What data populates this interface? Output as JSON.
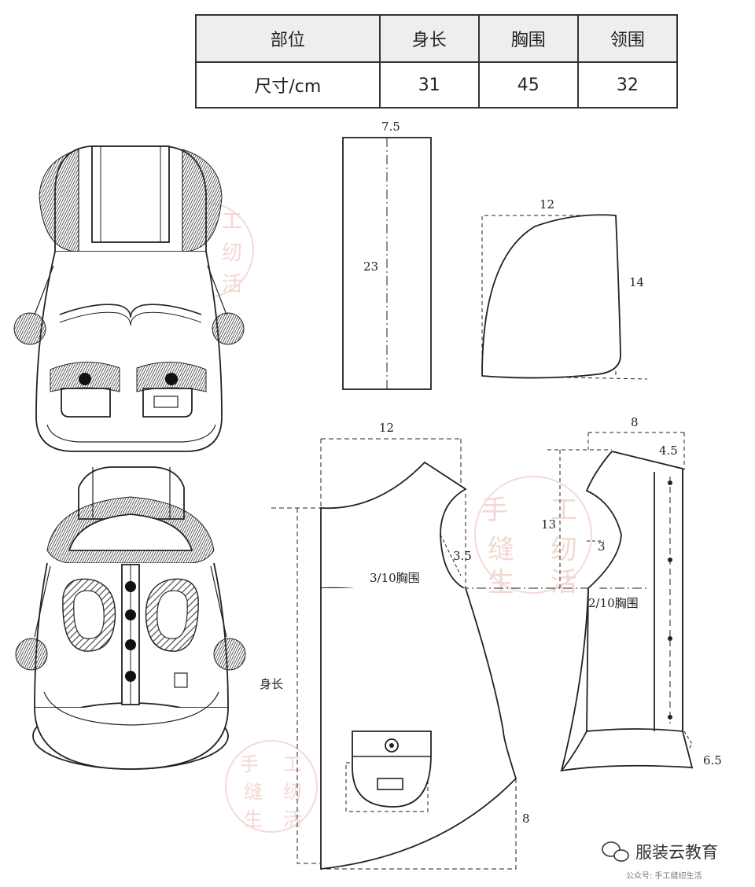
{
  "table": {
    "headers": [
      "部位",
      "身长",
      "胸围",
      "领围"
    ],
    "row_label": "尺寸/cm",
    "values": [
      "31",
      "45",
      "32"
    ]
  },
  "labels": {
    "collar_width": "7.5",
    "collar_length": "23",
    "hood_width": "12",
    "hood_height": "14",
    "back_width": "12",
    "front_width": "8",
    "front_neck": "4.5",
    "front_armhole_depth": "13",
    "front_armhole_width": "3",
    "back_armhole_width": "3.5",
    "back_chest": "3/10胸围",
    "front_chest": "2/10胸围",
    "body_length": "身长",
    "hem_drop": "8",
    "front_hem": "6.5"
  },
  "watermark": {
    "chars": [
      "手",
      "工",
      "缝",
      "纫",
      "生",
      "活"
    ]
  },
  "brand": {
    "name": "服装云教育",
    "sub": "公众号: 手工缝纫生活"
  }
}
